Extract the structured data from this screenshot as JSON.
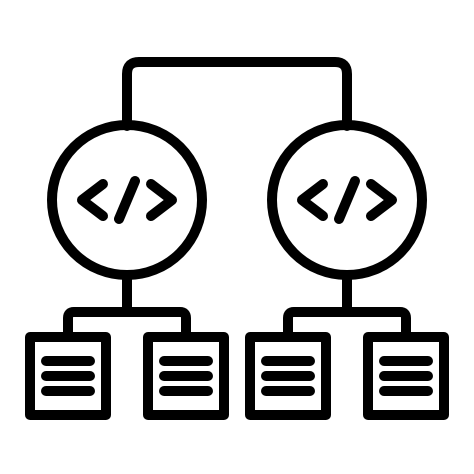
{
  "icon": {
    "name": "code-hierarchy-icon",
    "stroke_color": "#000000",
    "background_color": "#ffffff",
    "nodes": [
      {
        "name": "code-node-left",
        "glyph": "code-brackets-icon",
        "children": 2
      },
      {
        "name": "code-node-right",
        "glyph": "code-brackets-icon",
        "children": 2
      }
    ],
    "document_lines_per_page": 3
  }
}
